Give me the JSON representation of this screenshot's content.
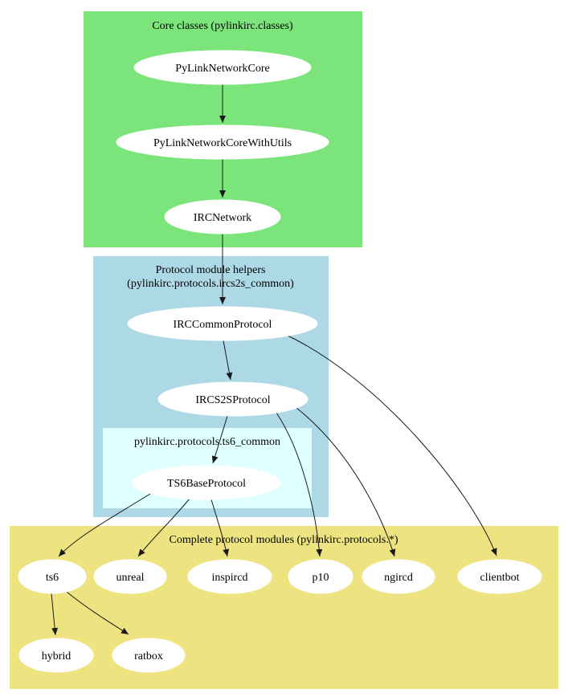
{
  "diagram": {
    "clusters": {
      "core": {
        "title": "Core classes (pylinkirc.classes)",
        "color": "#7be57b"
      },
      "helpers": {
        "title_line1": "Protocol module helpers",
        "title_line2": "(pylinkirc.protocols.ircs2s_common)",
        "color": "#add8e6"
      },
      "ts6_common": {
        "title": "pylinkirc.protocols.ts6_common",
        "color": "#e0ffff"
      },
      "complete": {
        "title": "Complete protocol modules (pylinkirc.protocols.*)",
        "color": "#ede481"
      }
    },
    "nodes": {
      "core1": "PyLinkNetworkCore",
      "core2": "PyLinkNetworkCoreWithUtils",
      "core3": "IRCNetwork",
      "common": "IRCCommonProtocol",
      "s2s": "IRCS2SProtocol",
      "ts6base": "TS6BaseProtocol",
      "ts6": "ts6",
      "unreal": "unreal",
      "inspircd": "inspircd",
      "p10": "p10",
      "ngircd": "ngircd",
      "clientbot": "clientbot",
      "hybrid": "hybrid",
      "ratbox": "ratbox"
    },
    "edges": [
      {
        "from": "PyLinkNetworkCore",
        "to": "PyLinkNetworkCoreWithUtils"
      },
      {
        "from": "PyLinkNetworkCoreWithUtils",
        "to": "IRCNetwork"
      },
      {
        "from": "IRCNetwork",
        "to": "IRCCommonProtocol"
      },
      {
        "from": "IRCCommonProtocol",
        "to": "IRCS2SProtocol"
      },
      {
        "from": "IRCCommonProtocol",
        "to": "clientbot"
      },
      {
        "from": "IRCS2SProtocol",
        "to": "TS6BaseProtocol"
      },
      {
        "from": "IRCS2SProtocol",
        "to": "p10"
      },
      {
        "from": "IRCS2SProtocol",
        "to": "ngircd"
      },
      {
        "from": "TS6BaseProtocol",
        "to": "ts6"
      },
      {
        "from": "TS6BaseProtocol",
        "to": "unreal"
      },
      {
        "from": "TS6BaseProtocol",
        "to": "inspircd"
      },
      {
        "from": "ts6",
        "to": "hybrid"
      },
      {
        "from": "ts6",
        "to": "ratbox"
      }
    ]
  }
}
